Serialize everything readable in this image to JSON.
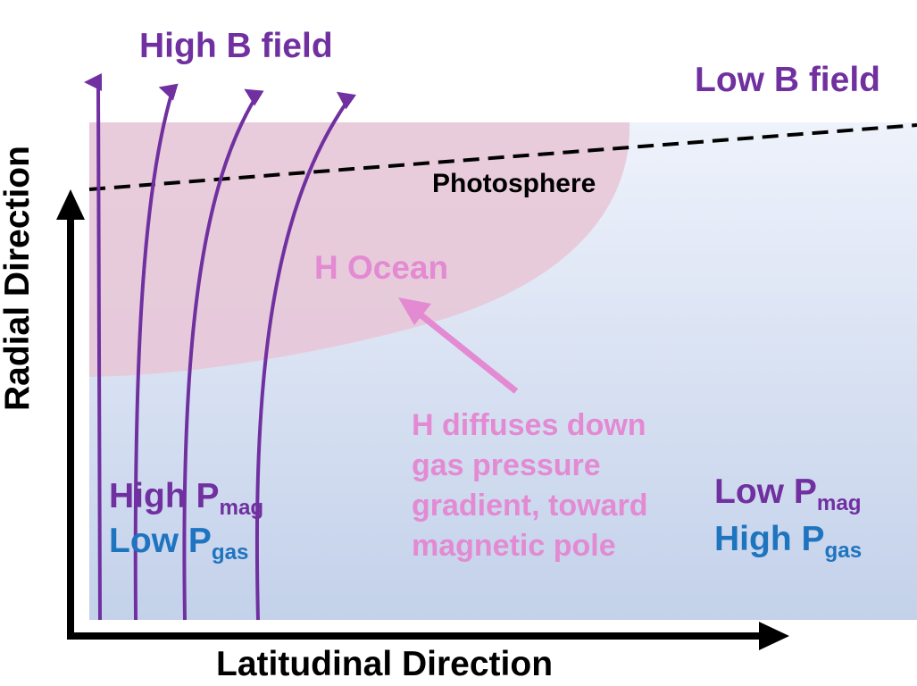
{
  "labels": {
    "high_b_field": "High B field",
    "low_b_field": "Low B field",
    "photosphere": "Photosphere",
    "h_ocean": "H Ocean",
    "h_diffuses": [
      "H diffuses down",
      "gas pressure",
      "gradient, toward",
      "magnetic pole"
    ],
    "left_mag": {
      "main": "High P",
      "sub": "mag"
    },
    "left_gas": {
      "main": "Low P",
      "sub": "gas"
    },
    "right_mag": {
      "main": "Low P",
      "sub": "mag"
    },
    "right_gas": {
      "main": "High P",
      "sub": "gas"
    },
    "x_axis": "Latitudinal Direction",
    "y_axis": "Radial Direction"
  },
  "colors": {
    "magnetic": "#7030a0",
    "gas": "#1f74c0",
    "hydrogen": "#e38ad2",
    "axis": "#000000",
    "background_top": "#eef2fb",
    "background_bottom": "#c3d1ea",
    "ocean_fill": "#e7c6d6"
  }
}
